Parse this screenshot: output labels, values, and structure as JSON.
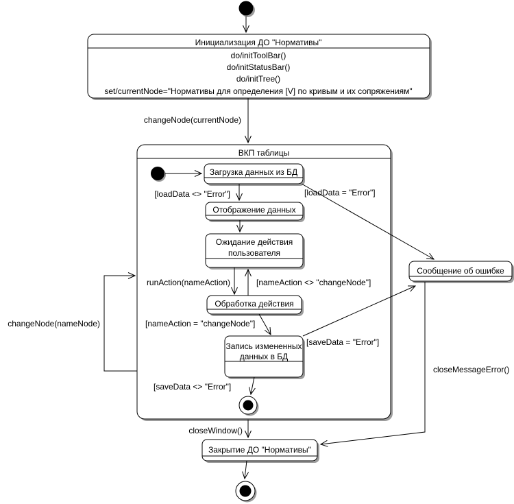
{
  "diagram": {
    "type": "uml-state-machine",
    "colors": {
      "line": "#000000",
      "fill": "#ffffff",
      "shadow": "#9c9c9c",
      "text": "#000000"
    },
    "states": {
      "init": {
        "title": "Инициализация ДО \"Нормативы\"",
        "actions": [
          "do/initToolBar()",
          "do/initStatusBar()",
          "do/initTree()",
          "set/currentNode=\"Нормативы для определения [V] по кривым и их сопряжениям\""
        ]
      },
      "vkp": {
        "title": "ВКП таблицы"
      },
      "load": {
        "title": "Загрузка данных из БД"
      },
      "display": {
        "title": "Отображение данных"
      },
      "wait": {
        "title_line1": "Ожидание действия",
        "title_line2": "пользователя"
      },
      "process": {
        "title": "Обработка действия"
      },
      "save": {
        "title_line1": "Запись измененных",
        "title_line2": "данных в БД"
      },
      "error": {
        "title": "Сообщение об ошибке"
      },
      "close": {
        "title": "Закрытие ДО \"Нормативы\""
      }
    },
    "transitions": {
      "change_node_current": "changeNode(currentNode)",
      "load_ok": "[loadData <> \"Error\"]",
      "load_err": "[loadData = \"Error\"]",
      "run_action": "runAction(nameAction)",
      "name_action_neq": "[nameAction <> \"changeNode\"]",
      "name_action_eq": "[nameAction = \"changeNode\"]",
      "save_err": "[saveData = \"Error\"]",
      "save_ok": "[saveData <> \"Error\"]",
      "change_node_name": "changeNode(nameNode)",
      "close_window": "closeWindow()",
      "close_message_error": "closeMessageError()"
    }
  }
}
